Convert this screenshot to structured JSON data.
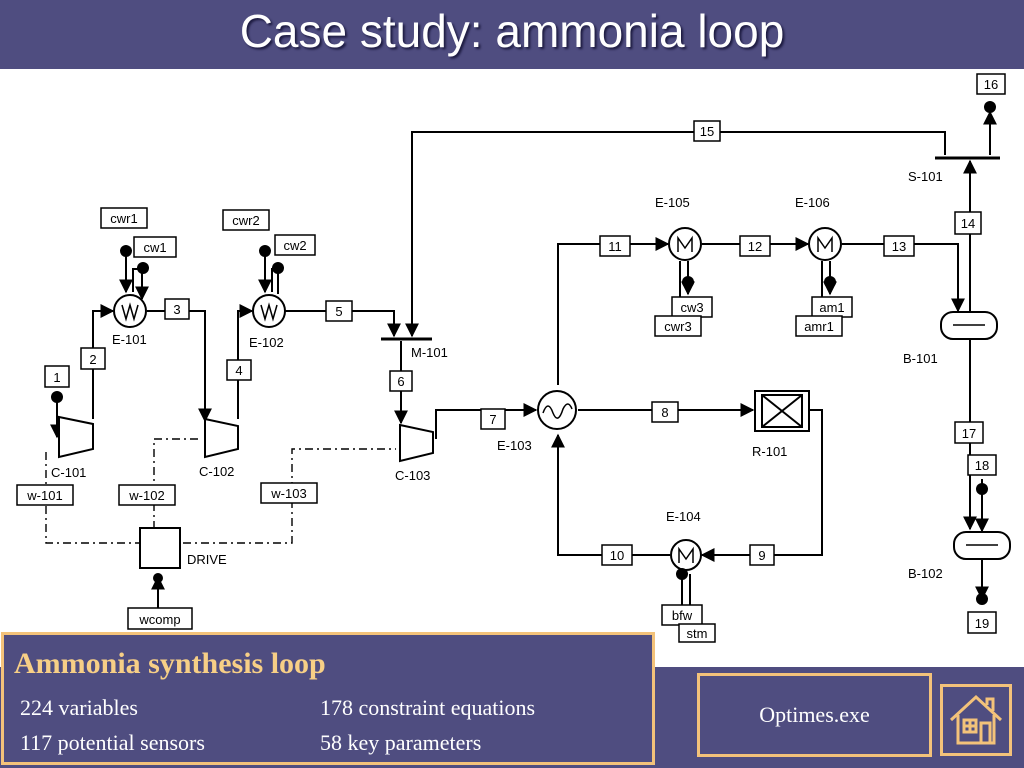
{
  "slide": {
    "title": "Case study: ammonia loop"
  },
  "diagram": {
    "streams": [
      "1",
      "2",
      "3",
      "4",
      "5",
      "6",
      "7",
      "8",
      "9",
      "10",
      "11",
      "12",
      "13",
      "14",
      "15",
      "16",
      "17",
      "18",
      "19"
    ],
    "utility_boxes": {
      "cwr1": "cwr1",
      "cw1": "cw1",
      "cwr2": "cwr2",
      "cw2": "cw2",
      "cw3": "cw3",
      "cwr3": "cwr3",
      "am1": "am1",
      "amr1": "amr1",
      "bfw": "bfw",
      "stm": "stm",
      "w101": "w-101",
      "w102": "w-102",
      "w103": "w-103",
      "wcomp": "wcomp"
    },
    "units": {
      "E101": "E-101",
      "E102": "E-102",
      "E103": "E-103",
      "E104": "E-104",
      "E105": "E-105",
      "E106": "E-106",
      "C101": "C-101",
      "C102": "C-102",
      "C103": "C-103",
      "M101": "M-101",
      "S101": "S-101",
      "R101": "R-101",
      "B101": "B-101",
      "B102": "B-102",
      "DRIVE": "DRIVE"
    }
  },
  "info": {
    "title": "Ammonia synthesis loop",
    "variables": "224 variables",
    "constraints": "178 constraint equations",
    "sensors": "117 potential sensors",
    "parameters": "58 key parameters"
  },
  "buttons": {
    "optimes": "Optimes.exe",
    "home_icon": "home-icon"
  },
  "colors": {
    "background": "#4f4d80",
    "accent_border": "#f3c27a",
    "info_title": "#f7cf86"
  }
}
